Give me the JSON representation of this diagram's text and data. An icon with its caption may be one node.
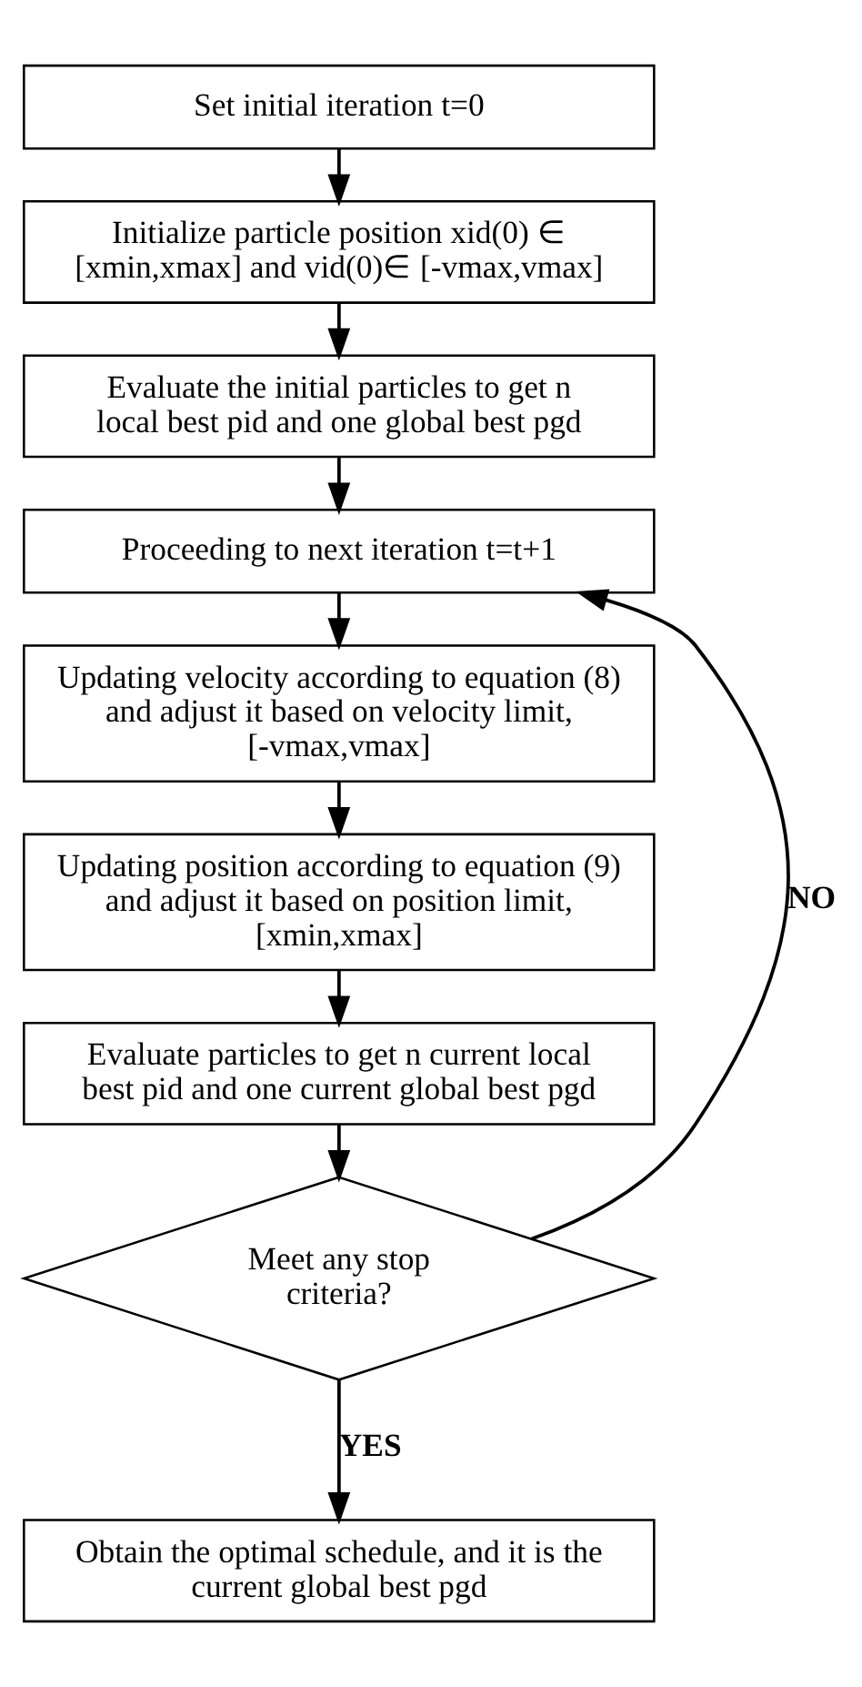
{
  "diagram": {
    "nodes": [
      {
        "text": [
          "Set initial iteration t=0"
        ]
      },
      {
        "text": [
          "Initialize particle position xid(0) ∈ [xmin,xmax] and vid(0)∈ [-vmax,vmax]"
        ]
      },
      {
        "text": [
          "Evaluate the initial particles to get n local best pid and one global best pgd"
        ]
      },
      {
        "text": [
          "Proceeding to next iteration t=t+1"
        ]
      },
      {
        "text": [
          "Updating velocity according to equation (8) and adjust it based on velocity limit, [-vmax,vmax]"
        ]
      },
      {
        "text": [
          "Updating position according to equation (9) and adjust it based on position limit, [xmin,xmax]"
        ]
      },
      {
        "text": [
          "Evaluate particles to get n current local best pid and one current global best pgd"
        ]
      },
      {
        "text": [
          "Meet any stop criteria?"
        ]
      },
      {
        "text": [
          "Obtain the optimal schedule, and it is the current global best pgd"
        ]
      }
    ],
    "edges": [
      {
        "from": 0,
        "to": 1,
        "arrow": "to"
      },
      {
        "from": 1,
        "to": 2,
        "arrow": "to"
      },
      {
        "from": 2,
        "to": 3,
        "arrow": "to"
      },
      {
        "from": 3,
        "to": 4,
        "arrow": "to"
      },
      {
        "from": 4,
        "to": 5,
        "arrow": "to"
      },
      {
        "from": 5,
        "to": 6,
        "arrow": "to"
      },
      {
        "from": 6,
        "to": 7,
        "arrow": "to"
      },
      {
        "from": 7,
        "to": 3,
        "arrow": "to",
        "label": "NO"
      },
      {
        "from": 7,
        "to": 8,
        "arrow": "to",
        "label": "YES"
      }
    ]
  }
}
